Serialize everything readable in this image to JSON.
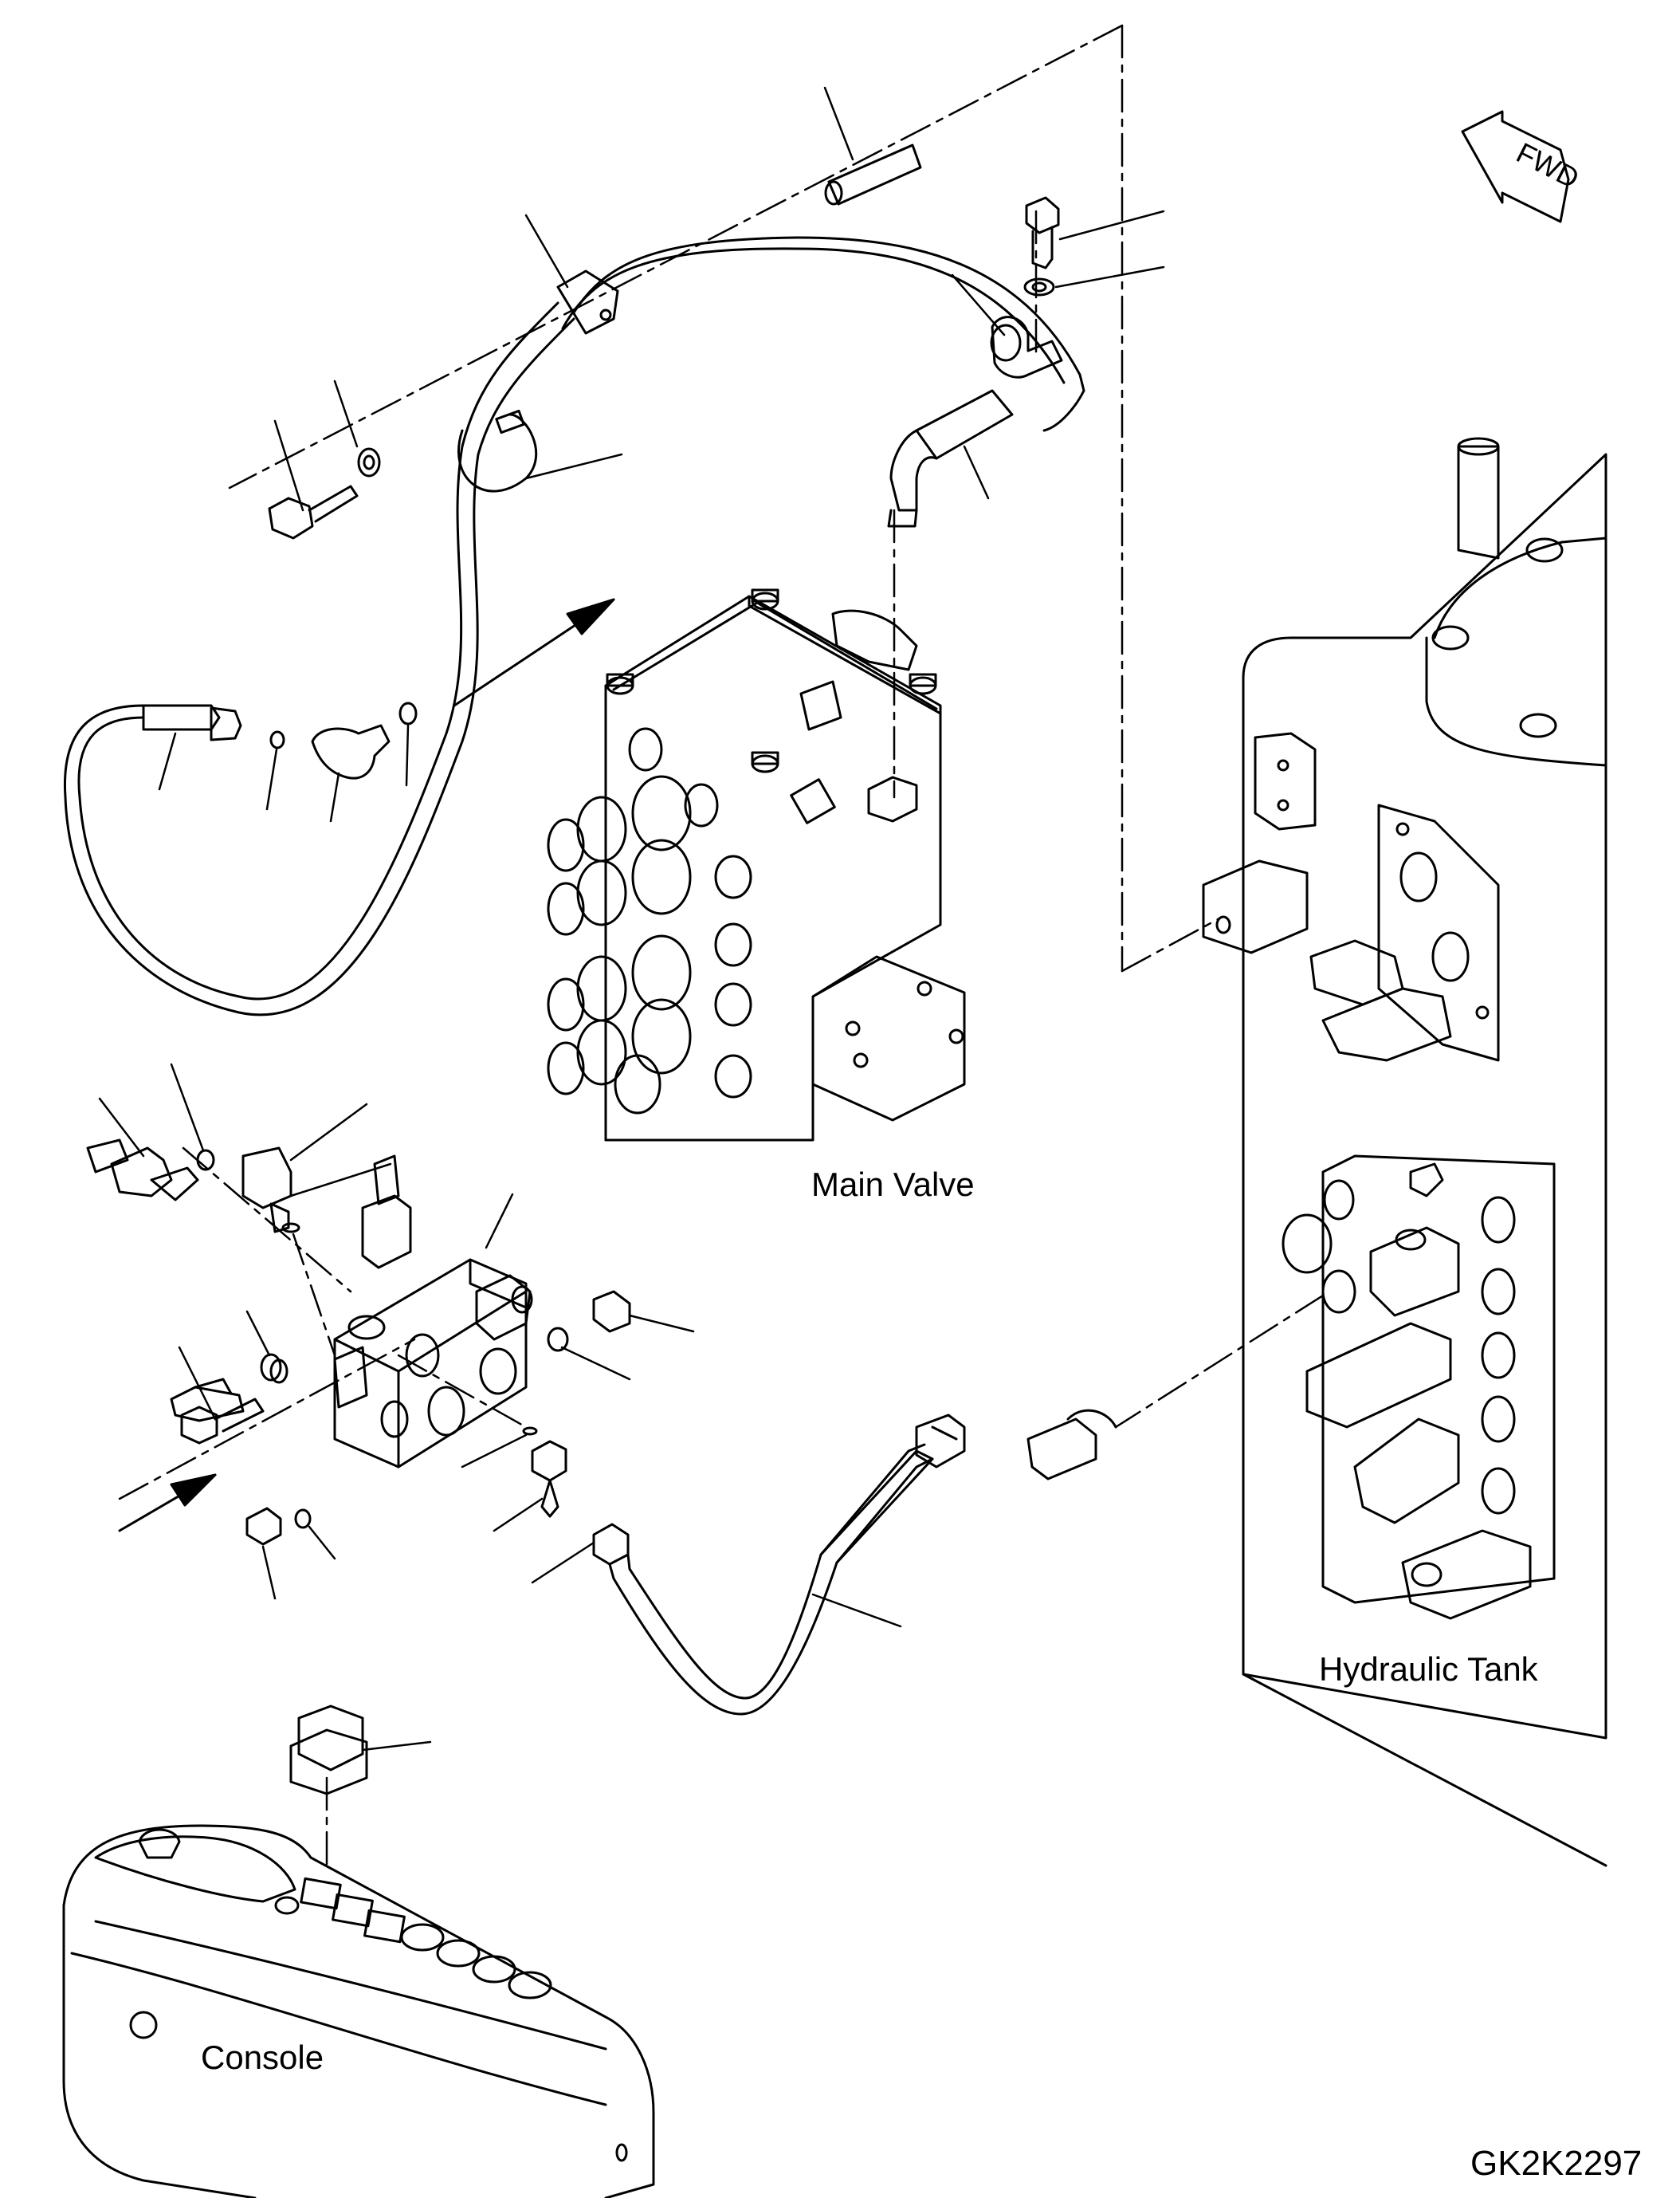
{
  "diagram": {
    "code": "GK2K2297",
    "labels": {
      "main_valve": "Main Valve",
      "hydraulic_tank": "Hydraulic Tank",
      "console": "Console",
      "fwd": "FWD"
    }
  }
}
